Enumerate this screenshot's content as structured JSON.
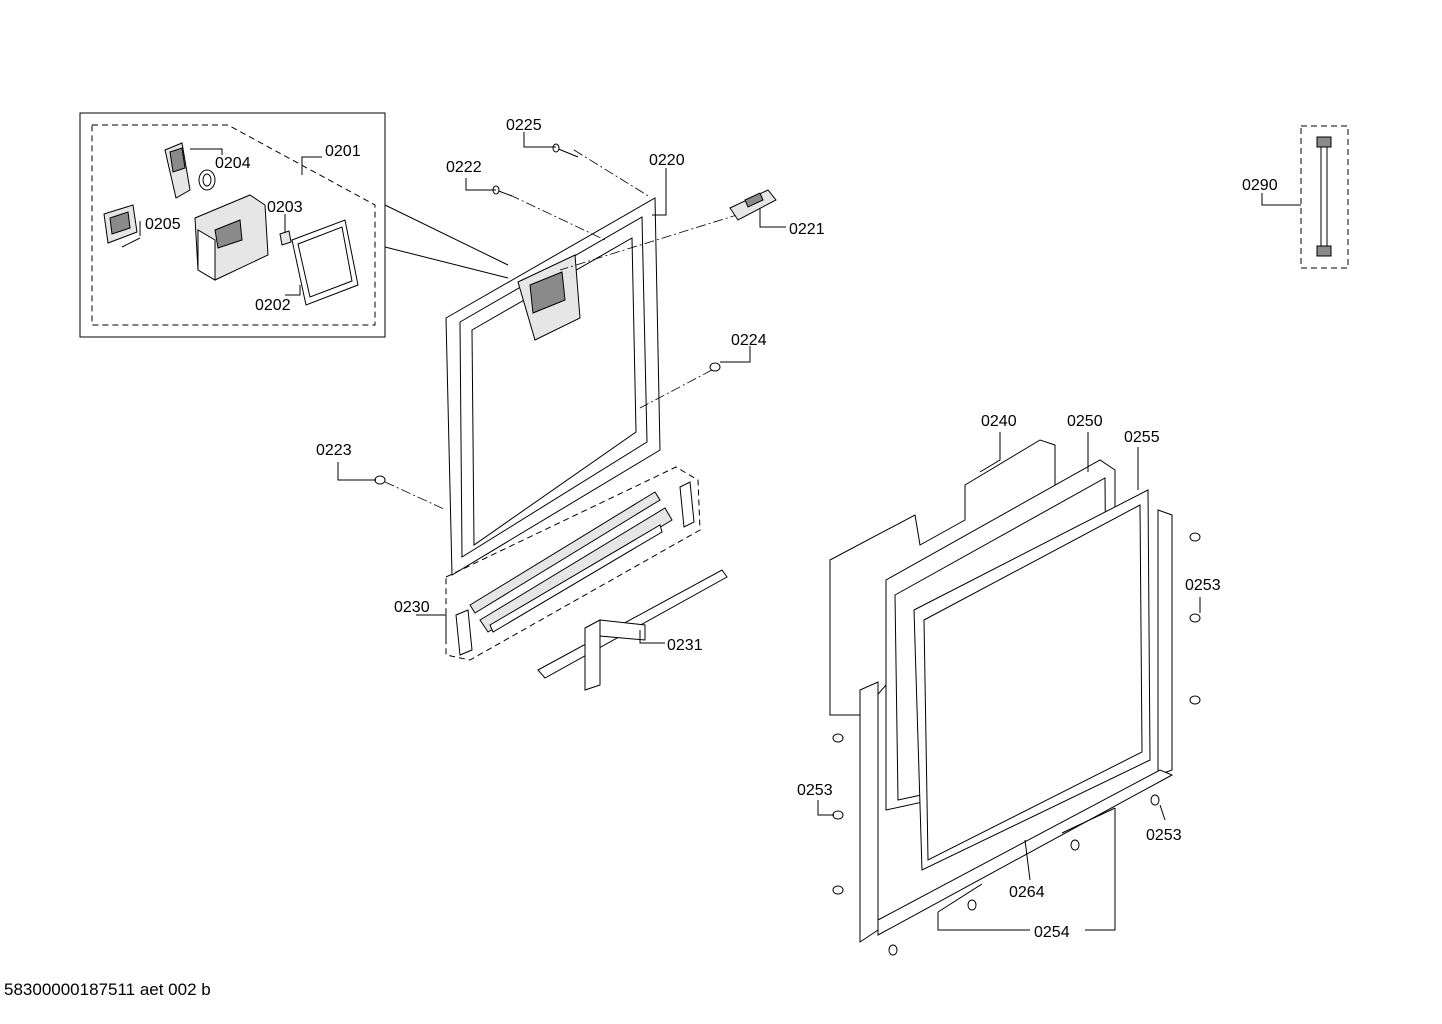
{
  "labels": {
    "p0201": "0201",
    "p0202": "0202",
    "p0203": "0203",
    "p0204": "0204",
    "p0205": "0205",
    "p0220": "0220",
    "p0221": "0221",
    "p0222": "0222",
    "p0223": "0223",
    "p0224": "0224",
    "p0225": "0225",
    "p0230": "0230",
    "p0231": "0231",
    "p0240": "0240",
    "p0250": "0250",
    "p0253a": "0253",
    "p0253b": "0253",
    "p0253c": "0253",
    "p0254": "0254",
    "p0255": "0255",
    "p0264": "0264",
    "p0290": "0290"
  },
  "footer": {
    "document_id": "58300000187511 aet 002 b"
  }
}
